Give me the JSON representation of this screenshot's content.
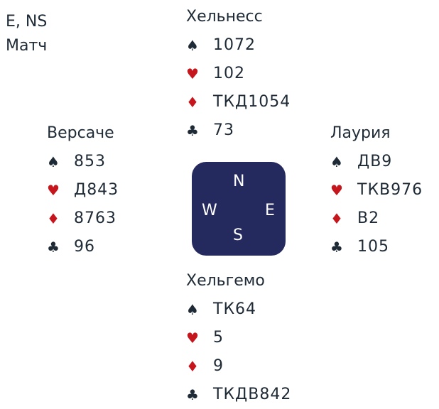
{
  "deal_info": {
    "dealer_vuln": "E, NS",
    "scoring": "Матч"
  },
  "compass": {
    "north": "N",
    "south": "S",
    "west": "W",
    "east": "E",
    "background_color": "#24295e"
  },
  "suit_symbols": {
    "spades": "♠",
    "hearts": "♥",
    "diamonds": "♦",
    "clubs": "♣"
  },
  "colors": {
    "black_suit": "#1e2a35",
    "red_suit": "#c4161c"
  },
  "hands": {
    "north": {
      "player": "Хельнесс",
      "spades": "1072",
      "hearts": "102",
      "diamonds": "ТКД1054",
      "clubs": "73"
    },
    "west": {
      "player": "Версаче",
      "spades": "853",
      "hearts": "Д843",
      "diamonds": "8763",
      "clubs": "96"
    },
    "east": {
      "player": "Лаурия",
      "spades": "ДВ9",
      "hearts": "ТКВ976",
      "diamonds": "В2",
      "clubs": "105"
    },
    "south": {
      "player": "Хельгемо",
      "spades": "ТК64",
      "hearts": "5",
      "diamonds": "9",
      "clubs": "ТКДВ842"
    }
  }
}
